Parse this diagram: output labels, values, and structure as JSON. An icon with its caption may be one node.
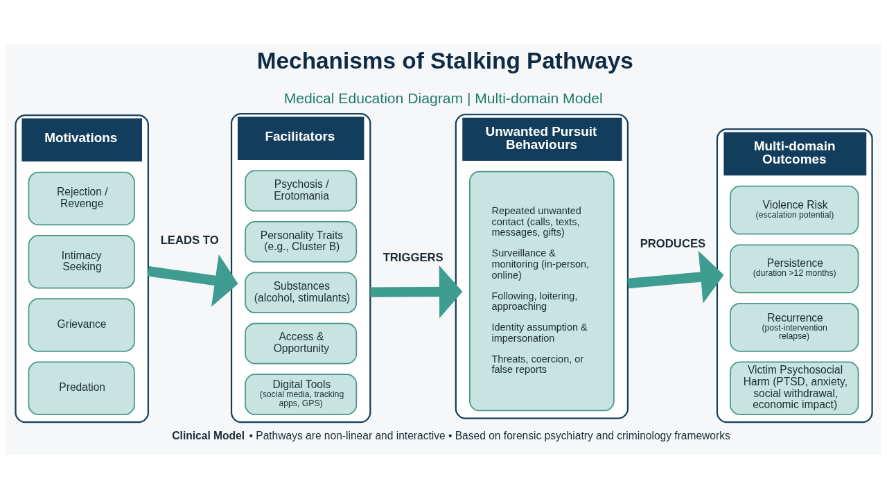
{
  "diagram": {
    "title": "Mechanisms of Stalking Pathways",
    "caption": "**Clinical Model** • Pathways are non-linear and interactive • Based on forensic psychiatry and criminology frameworks",
    "nodes": [
      {
        "text": [
          "Motivations"
        ]
      },
      {
        "text": [
          "Rejection / Revenge"
        ],
        "in": 0
      },
      {
        "text": [
          "Intimacy Seeking"
        ],
        "in": 0
      },
      {
        "text": [
          "Grievance"
        ],
        "in": 0
      },
      {
        "text": [
          "Predation"
        ],
        "in": 0
      },
      {
        "text": [
          "Facilitators"
        ]
      },
      {
        "text": [
          "Psychosis / Erotomania"
        ],
        "in": 5
      },
      {
        "text": [
          "Personality Traits (e.g., Cluster B)"
        ],
        "in": 5
      },
      {
        "text": [
          "Substances (alcohol, stimulants)"
        ],
        "in": 5
      },
      {
        "text": [
          "Access & Opportunity"
        ],
        "in": 5
      },
      {
        "text": [
          "Digital Tools",
          "(social media, tracking apps, GPS)"
        ],
        "in": 5
      },
      {
        "text": [
          "Unwanted Pursuit Behaviours"
        ]
      },
      {
        "text": [
          "Repeated unwanted contact (calls, texts, messages, gifts)",
          "Surveillance & monitoring (in-person, online)",
          "Following, loitering, approaching",
          "Identity assumption & impersonation",
          "Threats, coercion, or false reports"
        ],
        "in": 11
      },
      {
        "text": [
          "Multi-domain Outcomes"
        ]
      },
      {
        "text": [
          "Violence Risk",
          "(escalation potential)"
        ],
        "in": 13
      },
      {
        "text": [
          "Persistence",
          "(duration >12 months)"
        ],
        "in": 13
      },
      {
        "text": [
          "Recurrence",
          "(post-intervention relapse)"
        ],
        "in": 13
      },
      {
        "text": [
          "Victim Psychosocial Harm (PTSD, anxiety, social withdrawal, economic impact)"
        ],
        "in": 13
      }
    ],
    "edges": [
      {
        "from": 0,
        "to": 5,
        "arrow": "to",
        "label": "LEADS TO"
      },
      {
        "from": 5,
        "to": 11,
        "arrow": "to",
        "label": "TRIGGERS"
      },
      {
        "from": 11,
        "to": 13,
        "arrow": "to",
        "label": "PRODUCES"
      }
    ],
    "labels": [
      "Medical Education Diagram | Multi-domain Model"
    ]
  }
}
